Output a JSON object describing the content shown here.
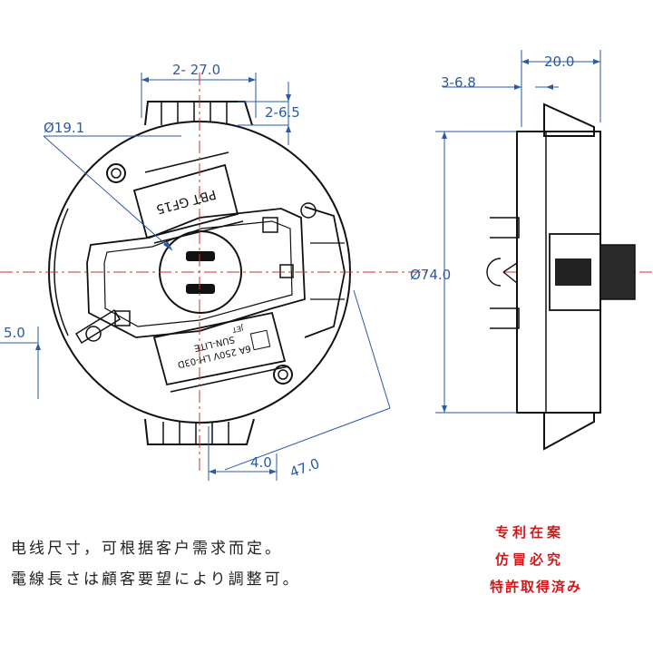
{
  "dimensions": {
    "pitch": "2- 27.0",
    "tab": "2-6.5",
    "hole": "Ø19.1",
    "offset": "5.0",
    "gap": "4.0",
    "length": "47.0",
    "side_hole": "3-6.8",
    "depth": "20.0",
    "diameter": "Ø74.0"
  },
  "labels": {
    "top_plate": "PBT GF15",
    "bottom_plate_line1": "6A 250V LH-03D",
    "bottom_plate_line2": "SUN-LITE",
    "mark": "JET"
  },
  "notes": {
    "chinese": "电线尺寸，可根据客户需求而定。",
    "japanese": "電線長さは顧客要望により調整可。"
  },
  "patent": {
    "line1": "专利在案",
    "line2": "仿冒必究",
    "line3": "特許取得済み"
  },
  "colors": {
    "outline": "#111111",
    "dimension": "#2a5aa8",
    "centerline": "#d03030",
    "patent": "#d01818"
  }
}
